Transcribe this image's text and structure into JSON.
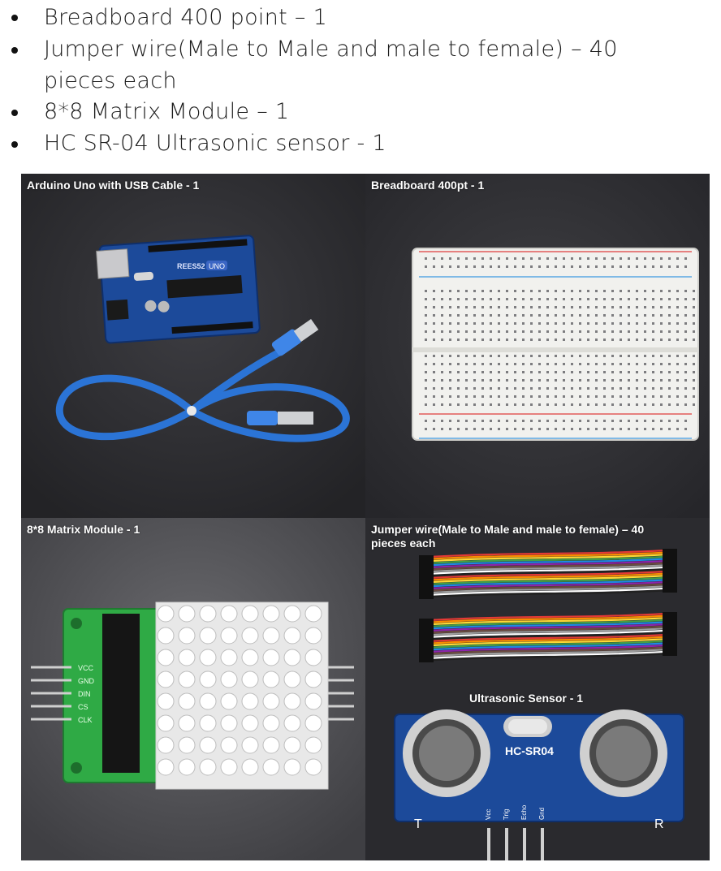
{
  "bullets": [
    {
      "text": "Breadboard 400 point – 1"
    },
    {
      "text": "Jumper wire(Male to Male and male to female) – 40",
      "text2": "pieces each"
    },
    {
      "text": "8*8 Matrix Module – 1"
    },
    {
      "text": "HC SR-04 Ultrasonic sensor - 1"
    }
  ],
  "panels": {
    "arduino": {
      "caption": "Arduino Uno with USB Cable - 1",
      "board_text": "REES52",
      "board_badge": "UNO"
    },
    "breadboard": {
      "caption": "Breadboard 400pt - 1"
    },
    "matrix": {
      "caption": "8*8 Matrix Module - 1",
      "pins": [
        "VCC",
        "GND",
        "DIN",
        "CS",
        "CLK"
      ]
    },
    "jumper": {
      "caption_line1": "Jumper wire(Male to Male and male to female) – 40",
      "caption_line2": "pieces each"
    },
    "ultrasonic": {
      "caption": "Ultrasonic Sensor - 1",
      "model": "HC-SR04",
      "pins": [
        "Vcc",
        "Trig",
        "Echo",
        "Gnd"
      ],
      "left_mark": "T",
      "right_mark": "R"
    }
  },
  "colors": {
    "panel_dark": "#2f2f33",
    "panel_gray": "#555559",
    "board_blue": "#1c4a9a",
    "usb_blue": "#2b74d6",
    "pcb_green": "#2faa45"
  }
}
